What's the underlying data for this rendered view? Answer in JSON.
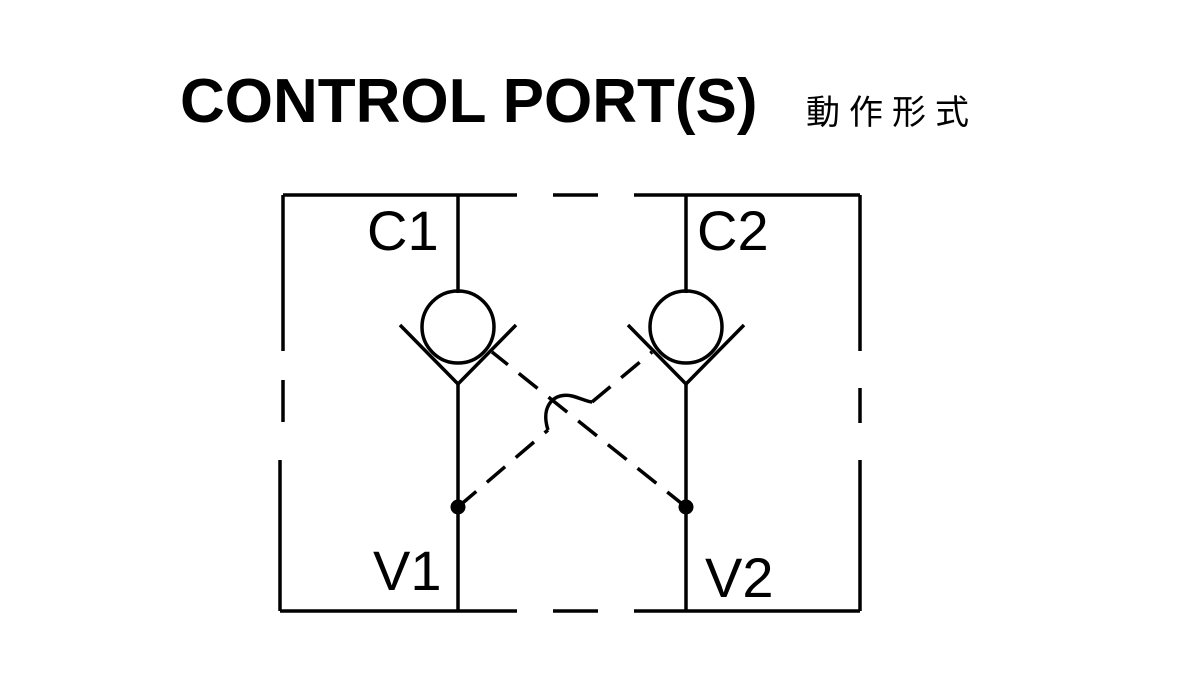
{
  "title": {
    "main": "CONTROL PORT(S)",
    "sub": "動作形式"
  },
  "ports": {
    "c1": "C1",
    "c2": "C2",
    "v1": "V1",
    "v2": "V2"
  },
  "colors": {
    "line": "#000000",
    "background": "#ffffff"
  }
}
